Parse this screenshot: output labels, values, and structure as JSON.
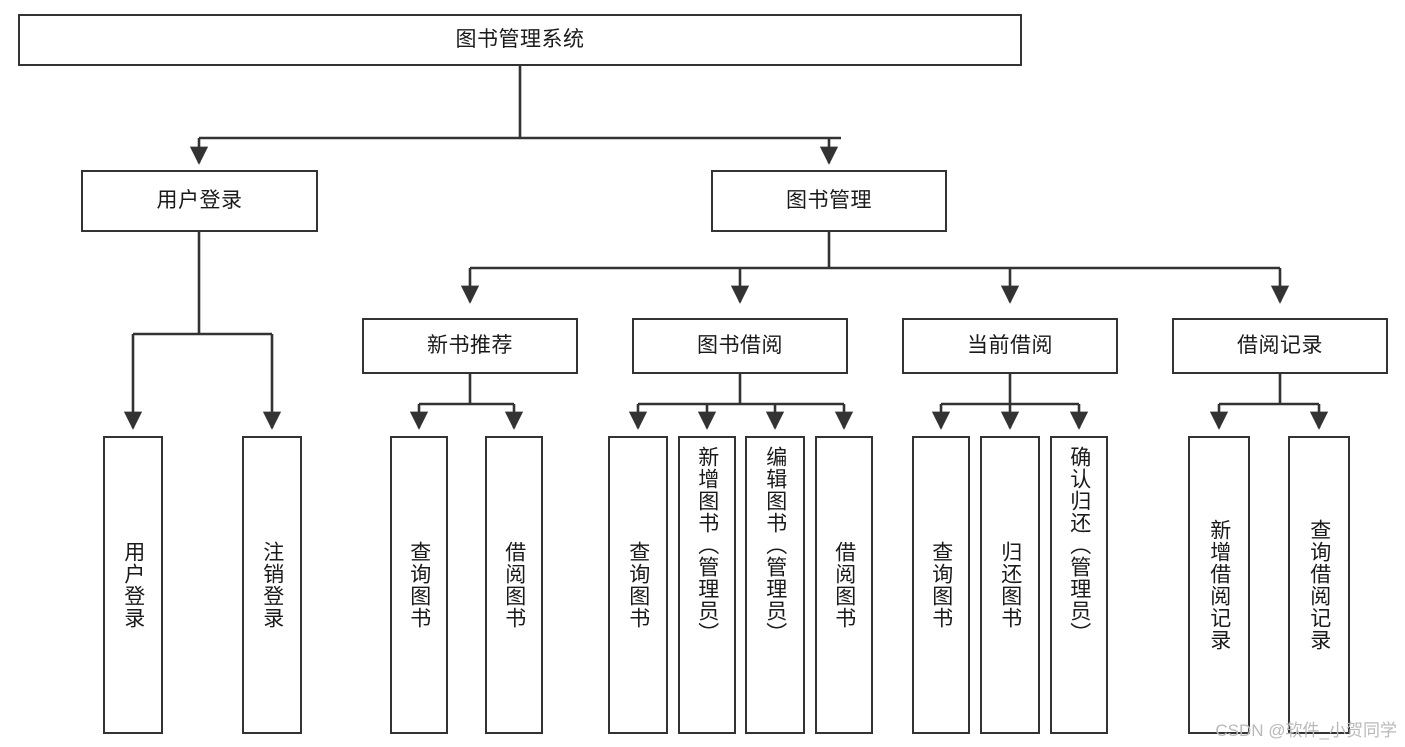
{
  "diagram": {
    "type": "tree-hierarchy",
    "title": "图书管理系统",
    "root": {
      "id": "root",
      "label": "图书管理系统",
      "orientation": "horizontal"
    },
    "level2": [
      {
        "id": "user-login",
        "label": "用户登录",
        "orientation": "horizontal"
      },
      {
        "id": "book-management",
        "label": "图书管理",
        "orientation": "horizontal"
      }
    ],
    "level3": [
      {
        "id": "new-book-recommend",
        "label": "新书推荐",
        "orientation": "horizontal",
        "parent": "book-management"
      },
      {
        "id": "book-borrow",
        "label": "图书借阅",
        "orientation": "horizontal",
        "parent": "book-management"
      },
      {
        "id": "current-borrow",
        "label": "当前借阅",
        "orientation": "horizontal",
        "parent": "book-management"
      },
      {
        "id": "borrow-record",
        "label": "借阅记录",
        "orientation": "horizontal",
        "parent": "book-management"
      }
    ],
    "leaves": [
      {
        "id": "leaf-user-login",
        "label": "用户登录",
        "parent": "user-login",
        "orientation": "vertical"
      },
      {
        "id": "leaf-user-logout",
        "label": "注销登录",
        "parent": "user-login",
        "orientation": "vertical"
      },
      {
        "id": "leaf-query-book-1",
        "label": "查询图书",
        "parent": "new-book-recommend",
        "orientation": "vertical"
      },
      {
        "id": "leaf-borrow-book-1",
        "label": "借阅图书",
        "parent": "new-book-recommend",
        "orientation": "vertical"
      },
      {
        "id": "leaf-query-book-2",
        "label": "查询图书",
        "parent": "book-borrow",
        "orientation": "vertical"
      },
      {
        "id": "leaf-add-book",
        "label": "新增图书（管理员）",
        "parent": "book-borrow",
        "orientation": "vertical"
      },
      {
        "id": "leaf-edit-book",
        "label": "编辑图书（管理员）",
        "parent": "book-borrow",
        "orientation": "vertical"
      },
      {
        "id": "leaf-borrow-book-2",
        "label": "借阅图书",
        "parent": "book-borrow",
        "orientation": "vertical"
      },
      {
        "id": "leaf-query-book-3",
        "label": "查询图书",
        "parent": "current-borrow",
        "orientation": "vertical"
      },
      {
        "id": "leaf-return-book",
        "label": "归还图书",
        "parent": "current-borrow",
        "orientation": "vertical"
      },
      {
        "id": "leaf-confirm-return",
        "label": "确认归还（管理员）",
        "parent": "current-borrow",
        "orientation": "vertical"
      },
      {
        "id": "leaf-add-record",
        "label": "新增借阅记录",
        "parent": "borrow-record",
        "orientation": "vertical"
      },
      {
        "id": "leaf-query-record",
        "label": "查询借阅记录",
        "parent": "borrow-record",
        "orientation": "vertical"
      }
    ],
    "colors": {
      "box_border": "#333333",
      "box_fill": "#ffffff",
      "connector": "#333333",
      "text": "#1a1a1a",
      "watermark": "#b9b9b9",
      "background": "#ffffff"
    }
  },
  "watermark": {
    "text": "CSDN @软件_小贺同学"
  }
}
